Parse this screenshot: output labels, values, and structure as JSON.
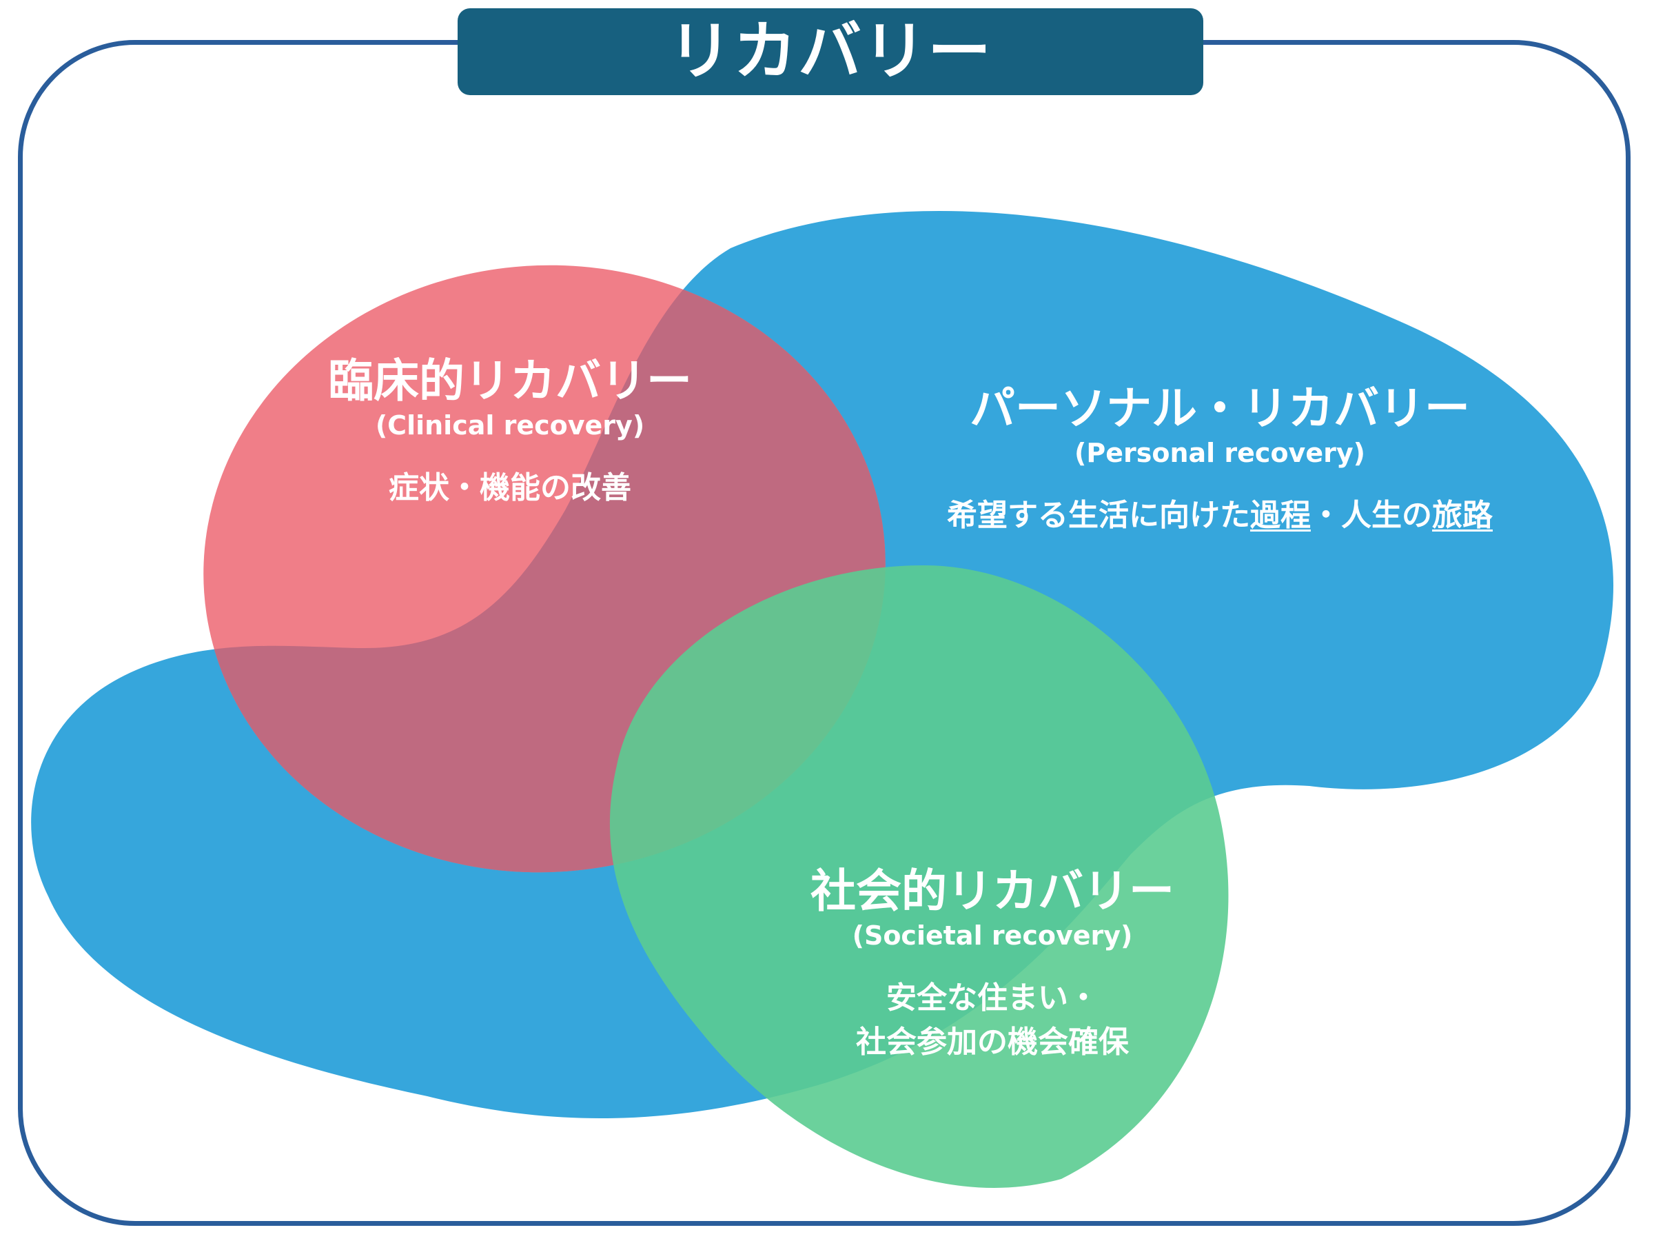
{
  "title": "リカバリー",
  "colors": {
    "frame_border": "#2a5d9b",
    "title_bg": "#17607f",
    "personal": "#36a6dc",
    "clinical": "#f07e88",
    "clinical_personal_overlap": "#bf6a80",
    "societal": "#5bcc91",
    "text": "#ffffff"
  },
  "clinical": {
    "name": "臨床的リカバリー",
    "english": "(Clinical recovery)",
    "description": "症状・機能の改善"
  },
  "personal": {
    "name": "パーソナル・リカバリー",
    "english": "(Personal recovery)",
    "description_part1": "希望する生活に向けた",
    "description_underlined1": "過程",
    "description_part2": "・人生の",
    "description_underlined2": "旅路"
  },
  "societal": {
    "name": "社会的リカバリー",
    "english": "(Societal recovery)",
    "description_line1": "安全な住まい・",
    "description_line2": "社会参加の機会確保"
  }
}
